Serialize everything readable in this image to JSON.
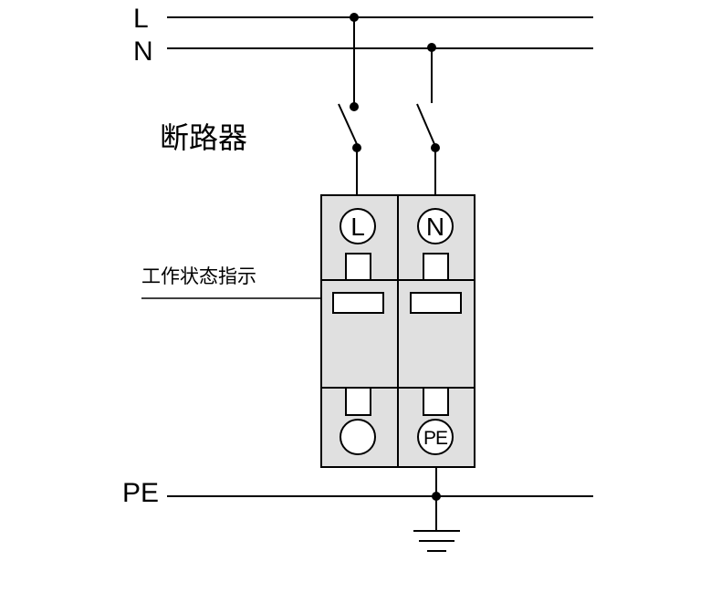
{
  "bus_lines": {
    "line": "L",
    "neutral": "N",
    "earth": "PE"
  },
  "labels": {
    "breaker": "断路器",
    "status_indicator": "工作状态指示"
  },
  "terminals": {
    "top_left": "L",
    "top_right": "N",
    "bottom_left": "",
    "bottom_right": "PE"
  }
}
